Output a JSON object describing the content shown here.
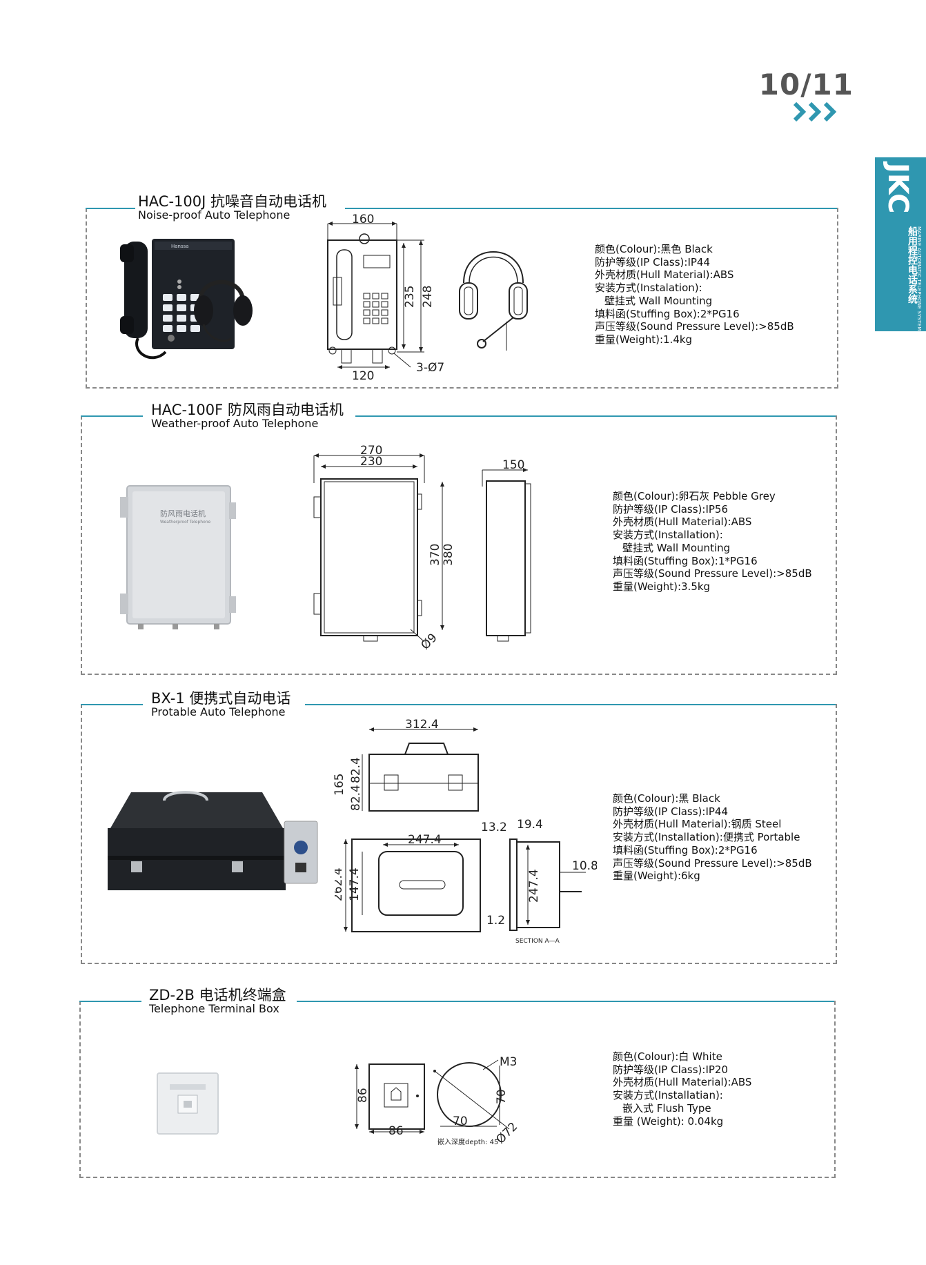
{
  "page": {
    "number": "10/11"
  },
  "side_tab": {
    "brand": "JKC",
    "cn": "船用程控电话系统",
    "en": "MARINE AUTOMATIC TELEPHONE SYSTEM"
  },
  "colors": {
    "accent": "#2f97b0",
    "frame": "#888888",
    "page_number": "#555555"
  },
  "sections": [
    {
      "title": "HAC-100J 抗噪音自动电话机",
      "subtitle": "Noise-proof Auto Telephone",
      "photo_brand": "Hanssa",
      "dims": {
        "width": "160",
        "bottom": "120",
        "h1": "235",
        "h2": "248",
        "holes": "3-Ø7"
      },
      "specs": [
        "颜色(Colour):黑色 Black",
        "防护等级(IP Class):IP44",
        "外壳材质(Hull Material):ABS",
        "安装方式(Instalation):",
        "壁挂式 Wall Mounting",
        "填料函(Stuffing Box):2*PG16",
        "声压等级(Sound Pressure Level):>85dB",
        "重量(Weight):1.4kg"
      ]
    },
    {
      "title": "HAC-100F 防风雨自动电话机",
      "subtitle": "Weather-proof Auto Telephone",
      "photo_label_cn": "防风雨电话机",
      "photo_label_en": "Weatherproof Telephone",
      "dims": {
        "w1": "270",
        "w2": "230",
        "h1": "370",
        "h2": "380",
        "depth": "150",
        "hole": "Ø9"
      },
      "specs": [
        "颜色(Colour):卵石灰 Pebble Grey",
        "防护等级(IP Class):IP56",
        "外壳材质(Hull Material):ABS",
        "安装方式(Installation):",
        "壁挂式 Wall Mounting",
        "填料函(Stuffing Box):1*PG16",
        "声压等级(Sound Pressure Level):>85dB",
        "重量(Weight):3.5kg"
      ]
    },
    {
      "title": "BX-1 便携式自动电话",
      "subtitle": "Protable Auto Telephone",
      "dims": {
        "width": "312.4",
        "h": "165",
        "h_top": "82.4",
        "h_bot": "82.4",
        "inner_w": "247.4",
        "outer_h": "262.4",
        "inner_h": "147.4",
        "side_a": "13.2",
        "side_b": "19.4",
        "side_h": "247.4",
        "side_c": "10.8",
        "side_d": "1.2",
        "section": "SECTION A—A"
      },
      "specs": [
        "颜色(Colour):黑 Black",
        "防护等级(IP Class):IP44",
        "外壳材质(Hull Material):钢质 Steel",
        "安装方式(Installation):便携式 Portable",
        "填料函(Stuffing Box):2*PG16",
        "声压等级(Sound Pressure Level):>85dB",
        "重量(Weight):6kg"
      ]
    },
    {
      "title": "ZD-2B 电话机终端盒",
      "subtitle": "Telephone Terminal Box",
      "dims": {
        "h": "86",
        "w": "86",
        "screw": "M3",
        "c_h": "70",
        "c_w": "70",
        "dia": "Ø72",
        "depth_note": "嵌入深度depth: 45"
      },
      "specs": [
        "颜色(Colour):白 White",
        "防护等级(IP Class):IP20",
        "外壳材质(Hull Material):ABS",
        "安装方式(Installatian):",
        "嵌入式 Flush Type",
        "重量 (Weight): 0.04kg"
      ]
    }
  ]
}
